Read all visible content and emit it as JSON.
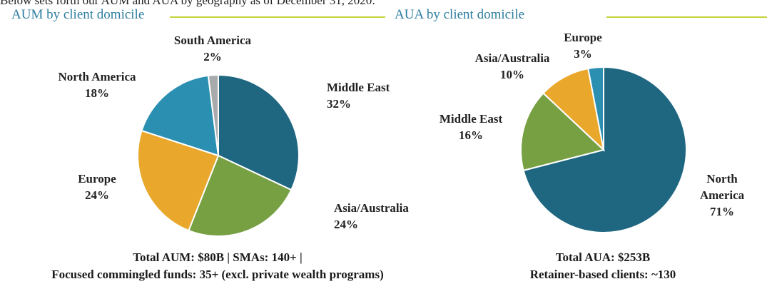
{
  "intro": "Below sets forth our AUM and AUA by geography as of December 31, 2020:",
  "colors": {
    "title": "#2e7ea0",
    "rule": "#c5d43a",
    "dark_teal": "#1f6680",
    "green": "#77a043",
    "orange": "#e9a82c",
    "light_blue": "#2b8fb2",
    "gray": "#a9aaab"
  },
  "chart_data": [
    {
      "type": "pie",
      "title": "AUM by client domicile",
      "slices": [
        {
          "label": "Middle East",
          "value": 32,
          "value_label": "32%",
          "color": "#1f6680"
        },
        {
          "label": "Asia/Australia",
          "value": 24,
          "value_label": "24%",
          "color": "#77a043"
        },
        {
          "label": "Europe",
          "value": 24,
          "value_label": "24%",
          "color": "#e9a82c"
        },
        {
          "label": "North America",
          "value": 18,
          "value_label": "18%",
          "color": "#2b8fb2"
        },
        {
          "label": "South America",
          "value": 2,
          "value_label": "2%",
          "color": "#a9aaab"
        }
      ],
      "footnote": [
        "Total AUM: $80B | SMAs: 140+ |",
        "Focused commingled funds: 35+ (excl. private wealth programs)"
      ]
    },
    {
      "type": "pie",
      "title": "AUA by client domicile",
      "slices": [
        {
          "label": "North America",
          "value": 71,
          "value_label": "71%",
          "color": "#1f6680"
        },
        {
          "label": "Middle East",
          "value": 16,
          "value_label": "16%",
          "color": "#77a043"
        },
        {
          "label": "Asia/Australia",
          "value": 10,
          "value_label": "10%",
          "color": "#e9a82c"
        },
        {
          "label": "Europe",
          "value": 3,
          "value_label": "3%",
          "color": "#2b8fb2"
        }
      ],
      "footnote": [
        "Total AUA: $253B",
        "Retainer-based clients: ~130"
      ]
    }
  ]
}
